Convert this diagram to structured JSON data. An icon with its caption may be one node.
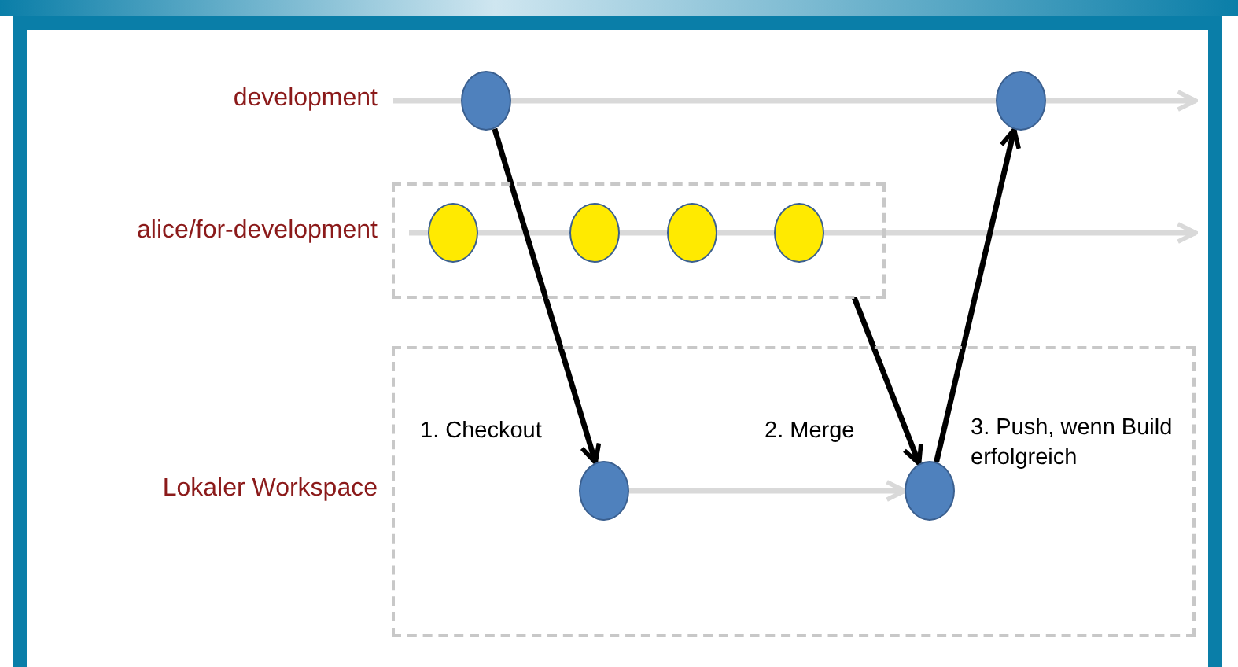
{
  "diagram": {
    "nodes": [
      {
        "text": [],
        "shape": "box"
      },
      {
        "text": [],
        "shape": "box"
      },
      {
        "text": [],
        "shape": "circle"
      },
      {
        "text": [],
        "shape": "circle"
      },
      {
        "text": [],
        "shape": "circle",
        "in": 0
      },
      {
        "text": [],
        "shape": "circle",
        "in": 0
      },
      {
        "text": [],
        "shape": "circle",
        "in": 0
      },
      {
        "text": [],
        "shape": "circle",
        "in": 0
      },
      {
        "text": [],
        "shape": "circle",
        "in": 1
      },
      {
        "text": [],
        "shape": "circle",
        "in": 1
      }
    ],
    "edges": [
      {
        "from": null,
        "to": 2,
        "arrow": "none"
      },
      {
        "from": 2,
        "to": 3,
        "arrow": "none"
      },
      {
        "from": 3,
        "to": null,
        "arrow": "to"
      },
      {
        "from": null,
        "to": 4,
        "arrow": "none"
      },
      {
        "from": 4,
        "to": 5,
        "arrow": "none"
      },
      {
        "from": 5,
        "to": 6,
        "arrow": "none"
      },
      {
        "from": 6,
        "to": 7,
        "arrow": "none"
      },
      {
        "from": 7,
        "to": null,
        "arrow": "to"
      },
      {
        "from": 8,
        "to": 9,
        "arrow": "to"
      },
      {
        "from": 2,
        "to": 8,
        "arrow": "to",
        "label": "1. Checkout",
        "color": "#000000"
      },
      {
        "from": 0,
        "to": 9,
        "arrow": "to",
        "label": "2. Merge",
        "color": "#000000"
      },
      {
        "from": 9,
        "to": 3,
        "arrow": "to",
        "label": "3. Push, wenn Build erfolgreich",
        "color": "#000000"
      }
    ],
    "labels": [
      "development",
      "alice/for-development",
      "Lokaler Workspace"
    ]
  }
}
